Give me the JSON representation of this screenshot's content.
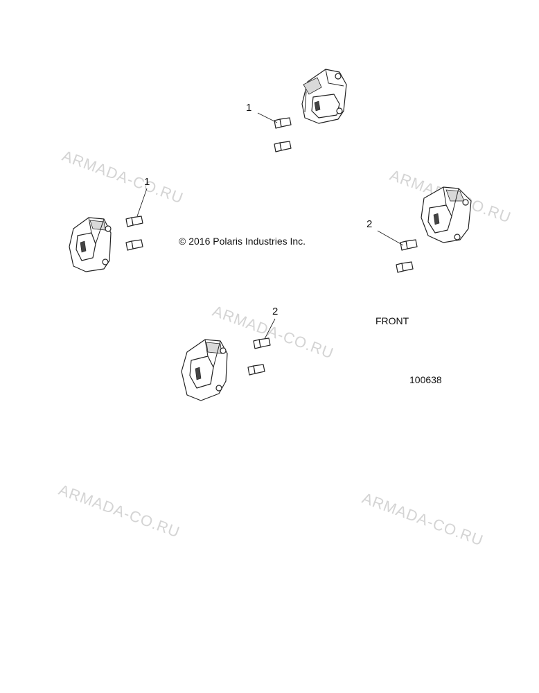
{
  "copyright": "© 2016 Polaris Industries Inc.",
  "front_label": "FRONT",
  "diagram_number": "100638",
  "callouts": [
    "1",
    "1",
    "2",
    "2"
  ],
  "watermark": "ARMADA-CO.RU"
}
